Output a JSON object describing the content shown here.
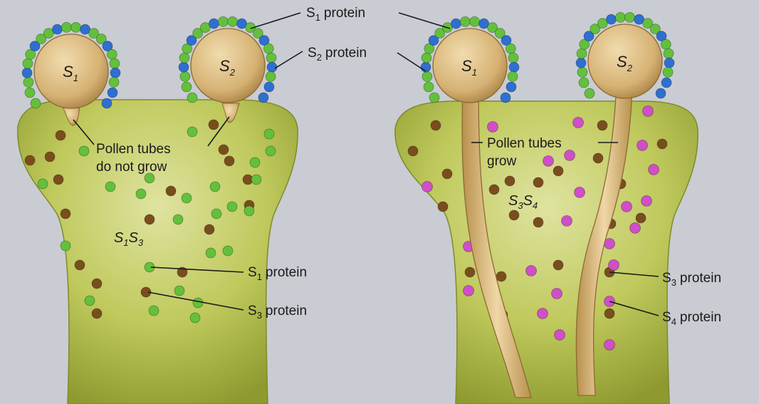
{
  "colors": {
    "background": "#c9ccd2",
    "style_tissue": "#b9c45a",
    "pollen": "#d9b77a",
    "s1_protein": "#63c03c",
    "s2_protein": "#2e6fd1",
    "s3_protein": "#7a4d1d",
    "s4_protein": "#d04ec8"
  },
  "left_panel": {
    "grain1": {
      "base": "S",
      "sub": "1"
    },
    "grain2": {
      "base": "S",
      "sub": "2"
    },
    "genotype": {
      "a": "S",
      "a_sub": "1",
      "b": "S",
      "b_sub": "3"
    },
    "tubes_label": [
      "Pollen tubes",
      "do not grow"
    ],
    "protein_a": {
      "base": "S",
      "sub": "1",
      "word": "protein"
    },
    "protein_b": {
      "base": "S",
      "sub": "3",
      "word": "protein"
    }
  },
  "right_panel": {
    "grain1": {
      "base": "S",
      "sub": "1"
    },
    "grain2": {
      "base": "S",
      "sub": "2"
    },
    "genotype": {
      "a": "S",
      "a_sub": "3",
      "b": "S",
      "b_sub": "4"
    },
    "tubes_label": [
      "Pollen tubes",
      "grow"
    ],
    "protein_a": {
      "base": "S",
      "sub": "3",
      "word": "protein"
    },
    "protein_b": {
      "base": "S",
      "sub": "4",
      "word": "protein"
    }
  },
  "top_labels": {
    "s1": {
      "base": "S",
      "sub": "1",
      "word": "protein"
    },
    "s2": {
      "base": "S",
      "sub": "2",
      "word": "protein"
    }
  }
}
